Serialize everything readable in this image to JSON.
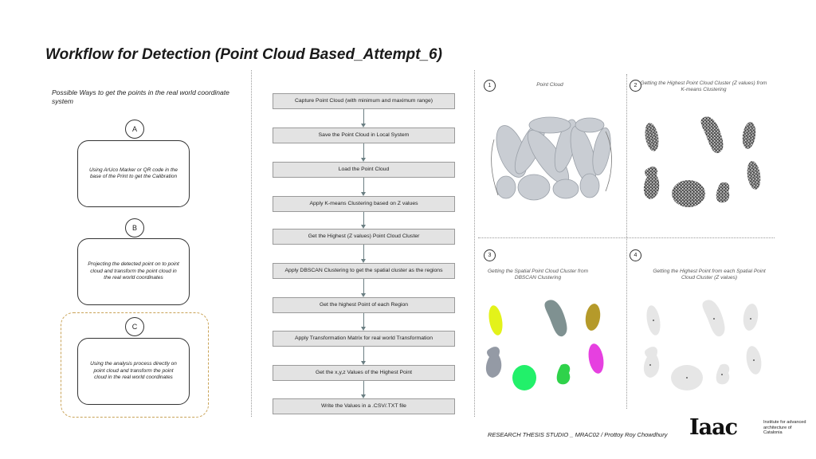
{
  "title": "Workflow for Detection (Point Cloud Based_Attempt_6)",
  "left": {
    "heading": "Possible Ways to get the points in the real world coordinate system",
    "options": [
      {
        "letter": "A",
        "text": "Using ArUco Marker or QR code in the base of the Print to get the Calibration"
      },
      {
        "letter": "B",
        "text": "Projecting the detected point on to point cloud and transform the point cloud in the real world coordinates"
      },
      {
        "letter": "C",
        "text": "Using the analysis process directly on point cloud and transform the point cloud in the real world coordinates"
      }
    ]
  },
  "steps": [
    "Capture Point Cloud (with minimum and maximum range)",
    "Save the Point Cloud in Local System",
    "Load the Point Cloud",
    "Apply K-means Clustering based on Z values",
    "Get the Highest (Z values) Point Cloud Cluster",
    "Apply DBSCAN Clustering to get the spatial cluster as the regions",
    "Get the highest Point of each Region",
    "Apply Transformation Matrix for real world Transformation",
    "Get the x,y,z Values of the Highest Point",
    "Write the Values in a .CSV/.TXT file"
  ],
  "panels": [
    {
      "number": "1",
      "caption": "Point Cloud"
    },
    {
      "number": "2",
      "caption": "Getting the Highest Point Cloud Cluster (Z values) from K-means Clustering"
    },
    {
      "number": "3",
      "caption": "Getting the Spatial Point Cloud Cluster from DBSCAN Clustering"
    },
    {
      "number": "4",
      "caption": "Getting the Highest Point from each Spatial Point Cloud Cluster (Z values)"
    }
  ],
  "footer": "RESEARCH THESIS STUDIO _ MRAC02 / Prottoy Roy Chowdhury",
  "logo": {
    "mark": "Iaac",
    "subtitle": "Institute for advanced architecture of Catalonia"
  },
  "colors": {
    "step_fill": "#e3e3e3",
    "highlight_border": "#c9a357",
    "cluster_colors": [
      "#e3f21a",
      "#7f9191",
      "#b59a2a",
      "#949aa5",
      "#22f06a",
      "#2fd24a",
      "#e640e0"
    ]
  }
}
